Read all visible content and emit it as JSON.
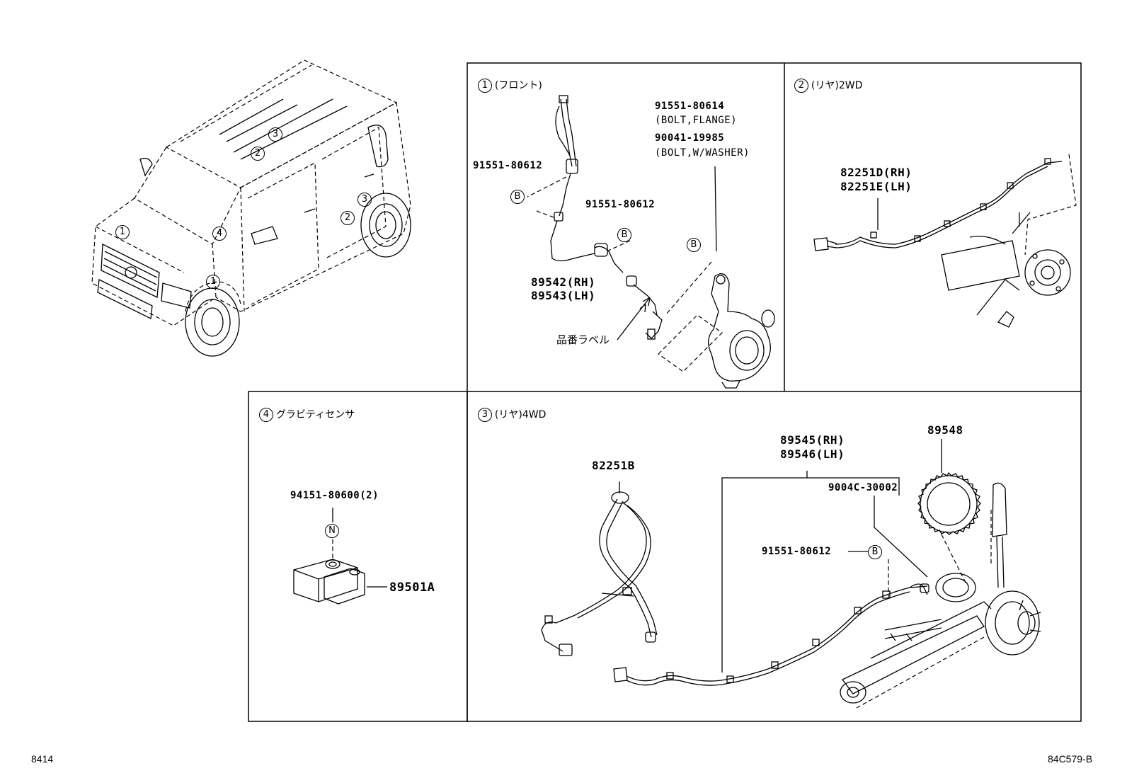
{
  "panels": {
    "front": {
      "num": "1",
      "title": "(フロント)"
    },
    "rear2wd": {
      "num": "2",
      "title": "(リヤ)2WD"
    },
    "rear4wd": {
      "num": "3",
      "title": "(リヤ)4WD"
    },
    "gravity": {
      "num": "4",
      "title": "グラビティセンサ"
    }
  },
  "car_callouts": [
    "1",
    "2",
    "3",
    "4"
  ],
  "front": {
    "bolt_flange_no": "91551-80614",
    "bolt_flange_desc": "(BOLT,FLANGE)",
    "bolt_washer_no": "90041-19985",
    "bolt_washer_desc": "(BOLT,W/WASHER)",
    "bolt_a": "91551-80612",
    "bolt_b": "91551-80612",
    "sensor_rh": "89542(RH)",
    "sensor_lh": "89543(LH)",
    "label_note": "品番ラベル",
    "ref_b": "B"
  },
  "rear2wd": {
    "harness_rh": "82251D(RH)",
    "harness_lh": "82251E(LH)"
  },
  "rear4wd": {
    "harness": "82251B",
    "sensor_rh": "89545(RH)",
    "sensor_lh": "89546(LH)",
    "rotor": "89548",
    "clip": "9004C-30002",
    "bolt": "91551-80612",
    "ref_b": "B"
  },
  "gravity": {
    "nut": "94151-80600(2)",
    "sensor": "89501A",
    "ref_n": "N"
  },
  "footer": {
    "left": "8414",
    "right": "84C579-B"
  }
}
